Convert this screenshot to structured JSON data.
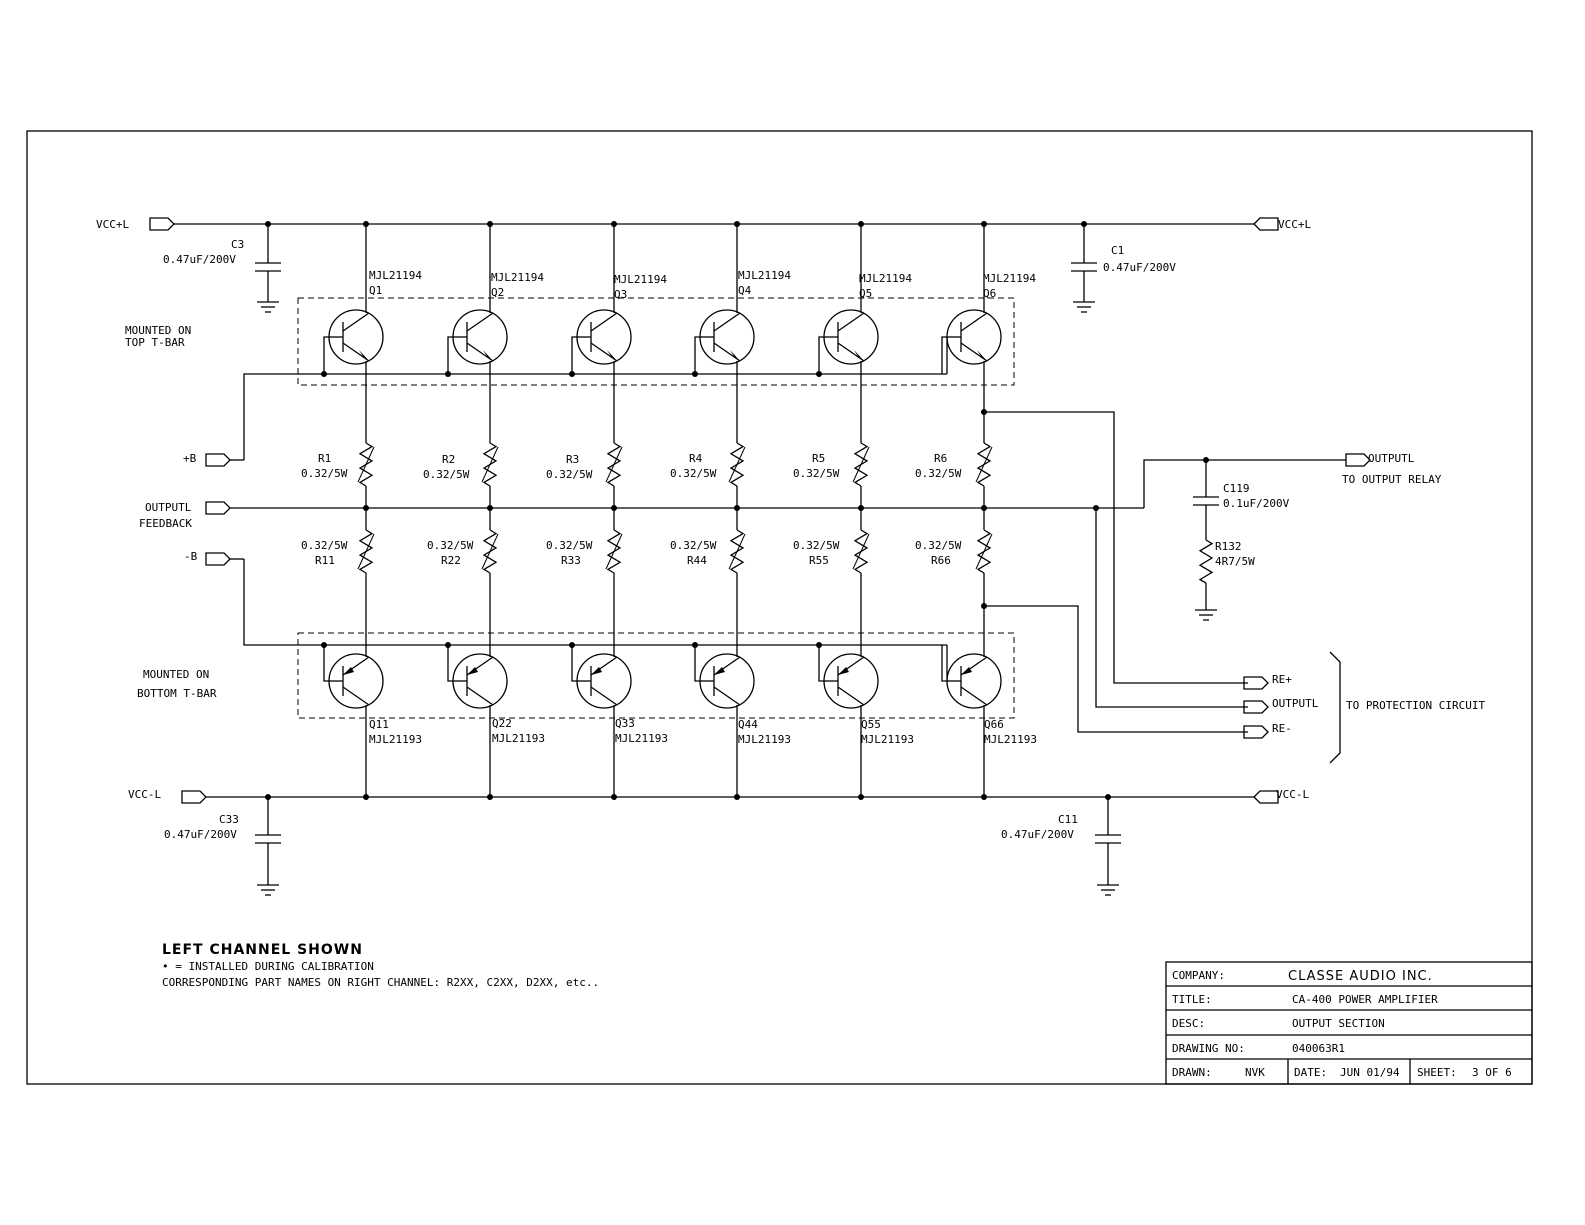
{
  "rails": {
    "vcc_plus_left": "VCC+L",
    "vcc_plus_right": "VCC+L",
    "vcc_minus_left": "VCC-L",
    "vcc_minus_right": "VCC-L"
  },
  "capacitors": {
    "c3": {
      "ref": "C3",
      "value": "0.47uF/200V"
    },
    "c1": {
      "ref": "C1",
      "value": "0.47uF/200V"
    },
    "c33": {
      "ref": "C33",
      "value": "0.47uF/200V"
    },
    "c11": {
      "ref": "C11",
      "value": "0.47uF/200V"
    },
    "c119": {
      "ref": "C119",
      "value": "0.1uF/200V"
    }
  },
  "resistor_r132": {
    "ref": "R132",
    "value": "4R7/5W"
  },
  "top_transistors": [
    {
      "ref": "Q1",
      "part": "MJL21194"
    },
    {
      "ref": "Q2",
      "part": "MJL21194"
    },
    {
      "ref": "Q3",
      "part": "MJL21194"
    },
    {
      "ref": "Q4",
      "part": "MJL21194"
    },
    {
      "ref": "Q5",
      "part": "MJL21194"
    },
    {
      "ref": "Q6",
      "part": "MJL21194"
    }
  ],
  "bottom_transistors": [
    {
      "ref": "Q11",
      "part": "MJL21193"
    },
    {
      "ref": "Q22",
      "part": "MJL21193"
    },
    {
      "ref": "Q33",
      "part": "MJL21193"
    },
    {
      "ref": "Q44",
      "part": "MJL21193"
    },
    {
      "ref": "Q55",
      "part": "MJL21193"
    },
    {
      "ref": "Q66",
      "part": "MJL21193"
    }
  ],
  "upper_resistors": [
    {
      "ref": "R1",
      "value": "0.32/5W"
    },
    {
      "ref": "R2",
      "value": "0.32/5W"
    },
    {
      "ref": "R3",
      "value": "0.32/5W"
    },
    {
      "ref": "R4",
      "value": "0.32/5W"
    },
    {
      "ref": "R5",
      "value": "0.32/5W"
    },
    {
      "ref": "R6",
      "value": "0.32/5W"
    }
  ],
  "lower_resistors": [
    {
      "ref": "R11",
      "value": "0.32/5W"
    },
    {
      "ref": "R22",
      "value": "0.32/5W"
    },
    {
      "ref": "R33",
      "value": "0.32/5W"
    },
    {
      "ref": "R44",
      "value": "0.32/5W"
    },
    {
      "ref": "R55",
      "value": "0.32/5W"
    },
    {
      "ref": "R66",
      "value": "0.32/5W"
    }
  ],
  "mounting": {
    "top_line1": "MOUNTED ON",
    "top_line2": "TOP T-BAR",
    "bottom_line1": "MOUNTED ON",
    "bottom_line2": "BOTTOM T-BAR"
  },
  "ports": {
    "plus_b": "+B",
    "minus_b": "-B",
    "output_feedback_line1": "OUTPUTL",
    "output_feedback_line2": "FEEDBACK",
    "output_relay": "OUTPUTL",
    "output_relay_note": "TO OUTPUT RELAY",
    "re_plus": "RE+",
    "output_protect": "OUTPUTL",
    "re_minus": "RE-",
    "protection_note": "TO PROTECTION CIRCUIT"
  },
  "notes": {
    "heading": "LEFT CHANNEL SHOWN",
    "line1": "• = INSTALLED DURING CALIBRATION",
    "line2": "CORRESPONDING PART NAMES ON RIGHT CHANNEL: R2XX, C2XX, D2XX, etc.."
  },
  "title_block": {
    "company_label": "COMPANY:",
    "company": "CLASSE AUDIO INC.",
    "title_label": "TITLE:",
    "title": "CA-400 POWER AMPLIFIER",
    "desc_label": "DESC:",
    "desc": "OUTPUT SECTION",
    "drawing_no_label": "DRAWING NO:",
    "drawing_no": "040063R1",
    "drawn_label": "DRAWN:",
    "drawn": "NVK",
    "date_label": "DATE:",
    "date": "JUN 01/94",
    "sheet_label": "SHEET:",
    "sheet": "3 OF 6"
  }
}
